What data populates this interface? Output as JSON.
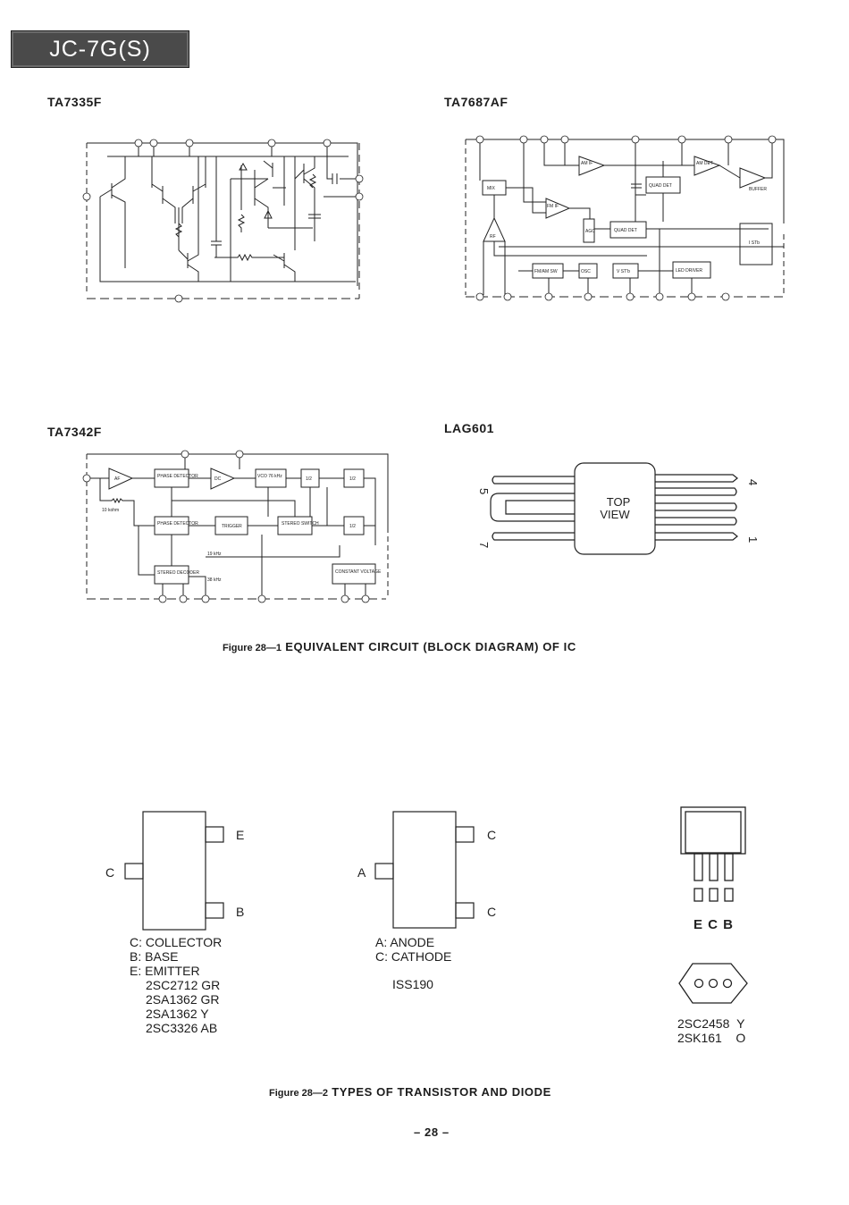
{
  "header": {
    "model": "JC-7G(S)"
  },
  "diagrams": {
    "ta7335f": {
      "title": "TA7335F"
    },
    "ta7687af": {
      "title": "TA7687AF",
      "blocks": {
        "mix": "MIX",
        "am_if": "AM IF",
        "am_det": "AM DET",
        "quad_det_top": "QUAD DET",
        "fm_if": "FM IF",
        "agc": "AGC",
        "quad_det_bottom": "QUAD DET",
        "buffer": "BUFFER",
        "rf": "RF",
        "fm_am_sw": "FM/AM SW",
        "osc": "OSC",
        "vst_b": "V ST'b",
        "led_driver": "LED DRIVER",
        "st_b": "I STb"
      }
    },
    "ta7342f": {
      "title": "TA7342F",
      "blocks": {
        "af": "AF",
        "r10k": "10 kohm",
        "phase_det_1": "PHASE DETECTOR",
        "dc": "DC",
        "vco": "VCO 76 kHz",
        "half_1": "1/2",
        "half_2": "1/2",
        "phase_det_2": "PHASE DETECTOR",
        "trigger": "TRIGGER",
        "stereo_switch": "STEREO SWITCH",
        "half_3": "1/2",
        "f19": "19 kHz",
        "stereo_decoder": "STEREO DECODER",
        "f38": "38 kHz",
        "constant_voltage": "CONSTANT VOLTAGE"
      }
    },
    "lag601": {
      "title": "LAG601",
      "top_view": [
        "TOP",
        "VIEW"
      ],
      "pins": {
        "left_top": "5",
        "left_bottom": "7",
        "right_top": "4",
        "right_bottom": "1"
      }
    }
  },
  "figure1": {
    "number": "Figure 28—1",
    "caption": "EQUIVALENT CIRCUIT (BLOCK DIAGRAM) OF IC"
  },
  "transistor": {
    "pins": {
      "c": "C",
      "e": "E",
      "b": "B"
    },
    "legend": [
      "C: COLLECTOR",
      "B: BASE",
      "E: EMITTER"
    ],
    "parts": [
      "2SC2712 GR",
      "2SA1362 GR",
      "2SA1362 Y",
      "2SC3326 AB"
    ]
  },
  "diode": {
    "pins": {
      "a": "A",
      "c_top": "C",
      "c_bottom": "C"
    },
    "legend": [
      "A: ANODE",
      "C: CATHODE"
    ],
    "part": "ISS190"
  },
  "to92": {
    "pin_labels": "E C B",
    "parts": [
      {
        "name": "2SC2458",
        "rank": "Y"
      },
      {
        "name": "2SK161",
        "rank": "O"
      }
    ]
  },
  "figure2": {
    "number": "Figure 28—2",
    "caption": "TYPES OF TRANSISTOR AND DIODE"
  },
  "page_number": "– 28 –"
}
